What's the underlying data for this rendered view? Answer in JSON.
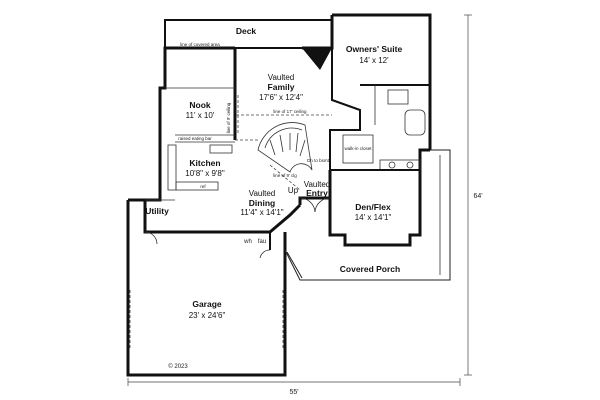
{
  "rooms": {
    "deck": {
      "name": "Deck"
    },
    "owners_suite": {
      "name": "Owners' Suite",
      "dim": "14' x 12'"
    },
    "family": {
      "prefix": "Vaulted",
      "name": "Family",
      "dim": "17'6\" x 12'4\""
    },
    "nook": {
      "name": "Nook",
      "dim": "11' x 10'"
    },
    "kitchen": {
      "name": "Kitchen",
      "dim": "10'8\" x 9'8\""
    },
    "dining": {
      "prefix": "Vaulted",
      "name": "Dining",
      "dim": "11'4\" x 14'1\""
    },
    "entry": {
      "prefix": "Vaulted",
      "name": "Entry"
    },
    "den": {
      "name": "Den/Flex",
      "dim": "14' x 14'1\""
    },
    "utility": {
      "name": "Utility"
    },
    "covered_porch": {
      "name": "Covered Porch"
    },
    "garage": {
      "name": "Garage",
      "dim": "23' x 24'6\""
    }
  },
  "notes": {
    "covered_area": "line of covered area",
    "ceiling_17": "line of 17' ceiling",
    "ceiling_9_left": "line of 9' ceiling",
    "ceiling_9_dining": "line of 9' clg",
    "raised_bar": "raised eating bar",
    "walk_in_closet": "walk-in closet",
    "up": "Up",
    "dn": "Dn to bsmt",
    "ref": "ref",
    "wh": "wh",
    "fau": "fau",
    "copyright": "© 2023"
  },
  "dimensions": {
    "width": "55'",
    "depth": "64'"
  },
  "colors": {
    "wall": "#111111",
    "background": "#ffffff"
  }
}
